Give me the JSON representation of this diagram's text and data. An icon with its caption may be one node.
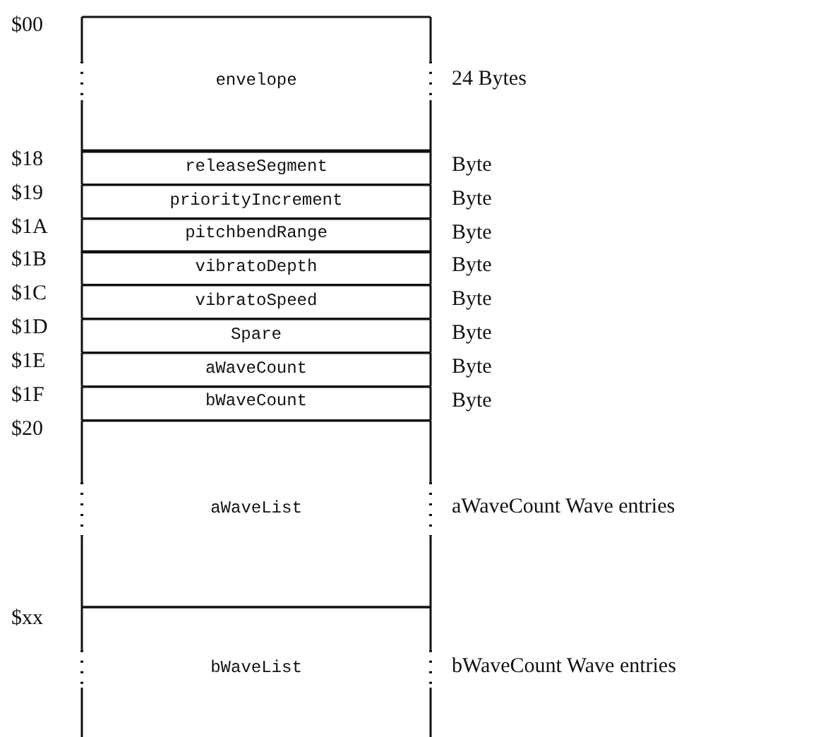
{
  "diagram": {
    "nodes": [
      {
        "text": [
          "envelope"
        ],
        "beside": [
          "24 Bytes"
        ]
      },
      {
        "text": [
          "releaseSegment"
        ],
        "beside": [
          "Byte"
        ]
      },
      {
        "text": [
          "priorityIncrement"
        ],
        "beside": [
          "Byte"
        ]
      },
      {
        "text": [
          "pitchbendRange"
        ],
        "beside": [
          "Byte"
        ]
      },
      {
        "text": [
          "vibratoDepth"
        ],
        "beside": [
          "Byte"
        ]
      },
      {
        "text": [
          "vibratoSpeed"
        ],
        "beside": [
          "Byte"
        ]
      },
      {
        "text": [
          "Spare"
        ],
        "beside": [
          "Byte"
        ]
      },
      {
        "text": [
          "aWaveCount"
        ],
        "beside": [
          "Byte"
        ]
      },
      {
        "text": [
          "bWaveCount"
        ],
        "beside": [
          "Byte"
        ]
      },
      {
        "text": [
          "aWaveList"
        ],
        "beside": [
          "aWaveCount Wave entries"
        ]
      },
      {
        "text": [
          "bWaveList"
        ],
        "beside": [
          "bWaveCount Wave entries"
        ]
      }
    ],
    "labels": [
      "$00",
      "$18",
      "$19",
      "$1A",
      "$1B",
      "$1C",
      "$1D",
      "$1E",
      "$1F",
      "$20",
      "$xx"
    ]
  }
}
